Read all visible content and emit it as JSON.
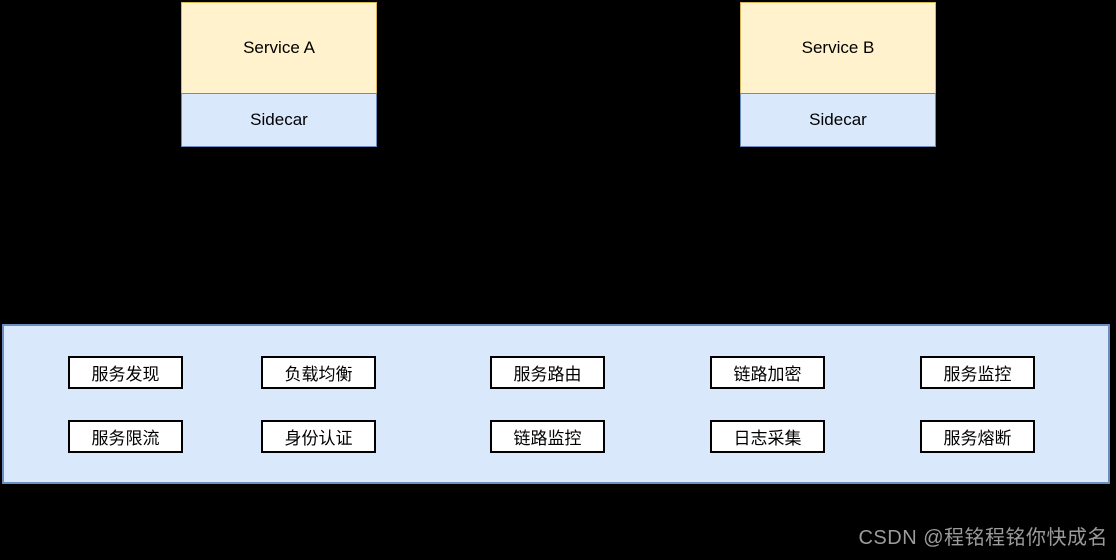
{
  "diagram": {
    "services": [
      {
        "name": "Service A",
        "sidecar_label": "Sidecar"
      },
      {
        "name": "Service B",
        "sidecar_label": "Sidecar"
      }
    ],
    "capabilities": {
      "rows": [
        [
          "服务发现",
          "负载均衡",
          "服务路由",
          "链路加密",
          "服务监控"
        ],
        [
          "服务限流",
          "身份认证",
          "链路监控",
          "日志采集",
          "服务熔断"
        ]
      ]
    }
  },
  "watermark": {
    "text": "CSDN @程铭程铭你快成名"
  },
  "colors": {
    "background": "#000000",
    "service_fill": "#fff2cc",
    "service_border": "#d6b656",
    "sidecar_fill": "#dae8fc",
    "sidecar_border": "#6c8ebf",
    "panel_fill": "#dae8fc",
    "panel_border": "#6c8ebf",
    "capability_fill": "#ffffff",
    "capability_border": "#000000",
    "text_color": "#000000",
    "watermark_color": "#9b9b9b"
  }
}
